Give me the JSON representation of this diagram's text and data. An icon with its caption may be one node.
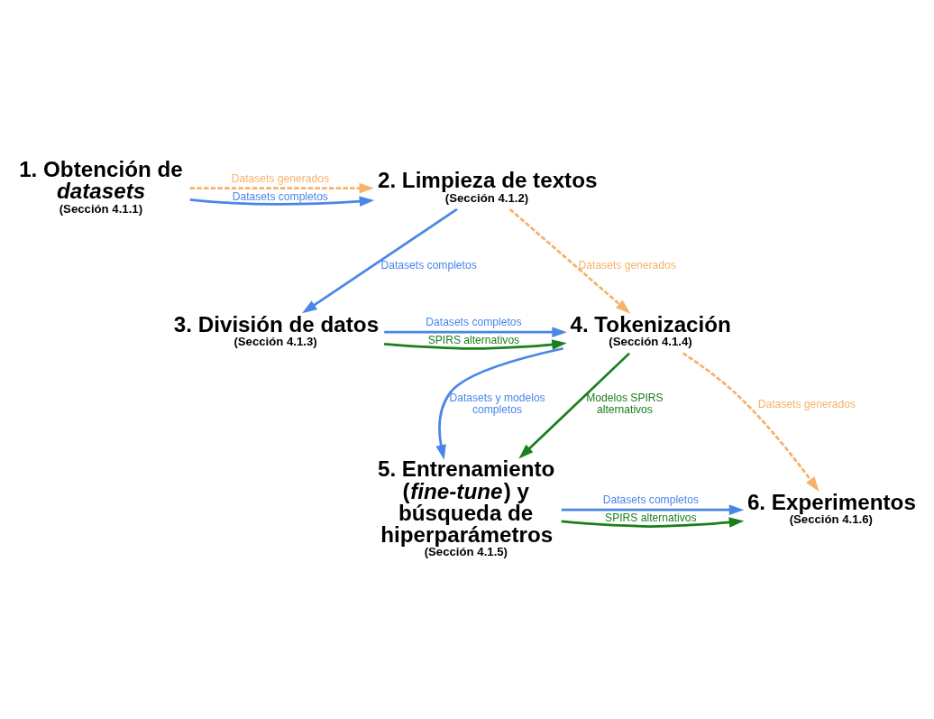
{
  "diagram": {
    "nodes": [
      {
        "text": [
          "1. Obtención de *datasets*",
          "(Sección 4.1.1)"
        ]
      },
      {
        "text": [
          "2. Limpieza de textos",
          "(Sección 4.1.2)"
        ]
      },
      {
        "text": [
          "3. División de datos",
          "(Sección 4.1.3)"
        ]
      },
      {
        "text": [
          "4. Tokenización",
          "(Sección 4.1.4)"
        ]
      },
      {
        "text": [
          "5. Entrenamiento (*fine-tune*) y búsqueda de hiperparámetros",
          "(Sección 4.1.5)"
        ]
      },
      {
        "text": [
          "6. Experimentos",
          "(Sección 4.1.6)"
        ]
      }
    ],
    "edges": [
      {
        "from": 0,
        "to": 1,
        "arrow": "to",
        "label": "Datasets completos"
      },
      {
        "from": 0,
        "to": 1,
        "arrow": "to",
        "label": "Datasets generados",
        "style": "dashed",
        "color": "#f6b26b"
      },
      {
        "from": 1,
        "to": 3,
        "arrow": "to",
        "label": "Datasets generados",
        "style": "dashed",
        "color": "#f6b26b"
      },
      {
        "from": 1,
        "to": 2,
        "arrow": "to",
        "label": "Datasets completos"
      },
      {
        "from": 2,
        "to": 3,
        "arrow": "to",
        "label": "Datasets completos"
      },
      {
        "from": 2,
        "to": 3,
        "arrow": "to",
        "label": "SPIRS alternativos",
        "color": "#1b7f1b"
      },
      {
        "from": 3,
        "to": 4,
        "arrow": "to",
        "label": "Datasets y modelos completos"
      },
      {
        "from": 3,
        "to": 4,
        "arrow": "to",
        "label": "Modelos SPIRS alternativos",
        "color": "#1b7f1b"
      },
      {
        "from": 3,
        "to": 5,
        "arrow": "to",
        "label": "Datasets generados",
        "style": "dashed",
        "color": "#f6b26b"
      },
      {
        "from": 4,
        "to": 5,
        "arrow": "to",
        "label": "Datasets completos"
      },
      {
        "from": 4,
        "to": 5,
        "arrow": "to",
        "label": "SPIRS alternativos",
        "color": "#1b7f1b"
      }
    ]
  }
}
